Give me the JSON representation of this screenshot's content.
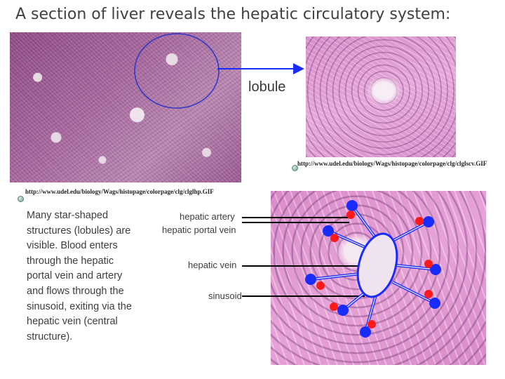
{
  "title": "A section of liver reveals the hepatic circulatory system:",
  "callout_label": "lobule",
  "images": {
    "low_mag_url": "http://www.udel.edu/biology/Wags/histopage/colorpage/clg/clglhp.GIF",
    "lobule_url": "http://www.udel.edu/biology/Wags/histopage/colorpage/clg/clglscv.GIF"
  },
  "description": "Many star-shaped structures (lobules) are visible. Blood enters through the hepatic portal vein and artery and flows through the sinusoid, exiting via the hepatic vein (central structure).",
  "labels": {
    "artery": "hepatic artery",
    "portal_vein": "hepatic portal vein",
    "hepatic_vein": "hepatic vein",
    "sinusoid": "sinusoid"
  },
  "colors": {
    "vessel_blue": "#1a2bff",
    "artery_red": "#ff1a1a",
    "outline_blue": "#2a35c8"
  }
}
